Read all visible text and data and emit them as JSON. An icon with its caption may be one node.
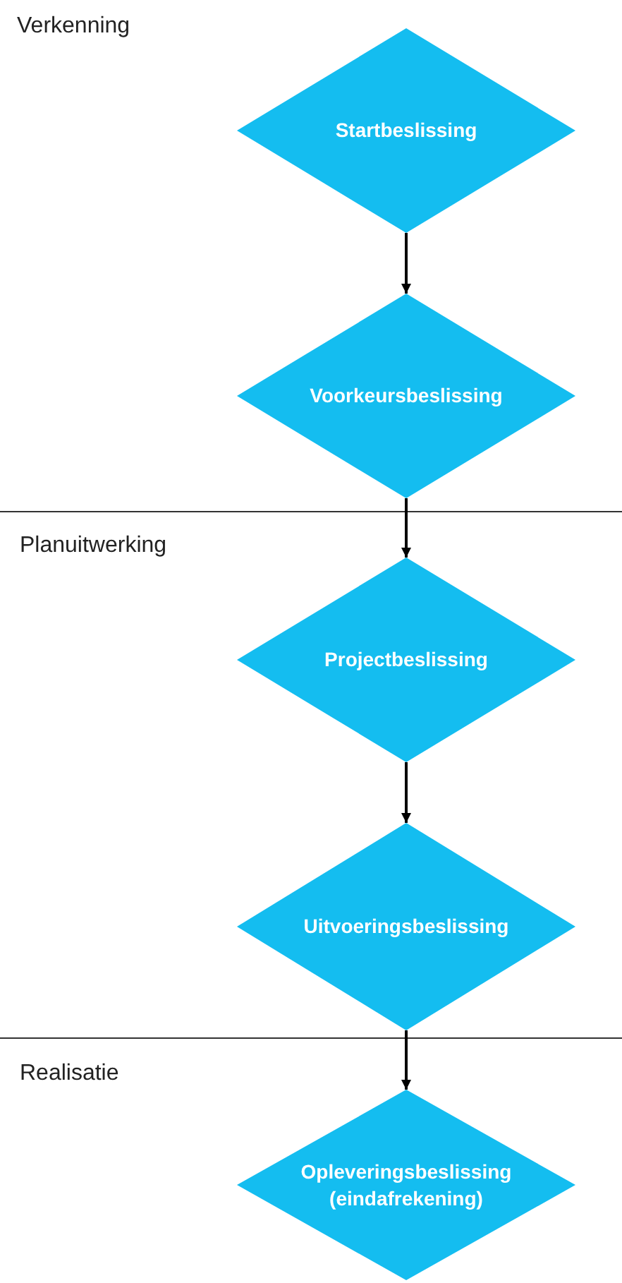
{
  "diagram": {
    "nodes": [
      {
        "text": [
          "Startbeslissing"
        ]
      },
      {
        "text": [
          "Voorkeursbeslissing"
        ]
      },
      {
        "text": [
          "Projectbeslissing"
        ]
      },
      {
        "text": [
          "Uitvoeringsbeslissing"
        ]
      },
      {
        "text": [
          "Opleveringsbeslissing (eindafrekening)"
        ]
      }
    ],
    "edges": [
      {
        "from": 0,
        "to": 1,
        "arrow": "to"
      },
      {
        "from": 1,
        "to": 2,
        "arrow": "to"
      },
      {
        "from": 2,
        "to": 3,
        "arrow": "to"
      },
      {
        "from": 3,
        "to": 4,
        "arrow": "to"
      }
    ],
    "labels": [
      "Verkenning",
      "Planuitwerking",
      "Realisatie"
    ]
  }
}
